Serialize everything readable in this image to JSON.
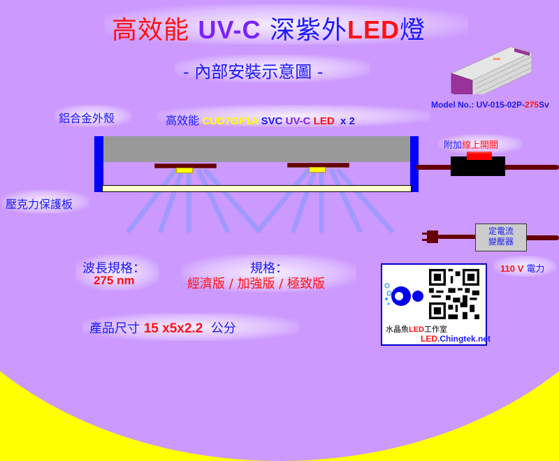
{
  "title": {
    "part1": "高效能",
    "part2": "UV-C",
    "part3": "深紫外",
    "part4": "LED",
    "part5": "燈"
  },
  "subtitle": "- 內部安裝示意圖 -",
  "product_image": {
    "model_prefix": "Model No.: UV-015-02P-",
    "model_highlight": "275",
    "model_suffix": "Sv"
  },
  "diagram": {
    "housing_label": "鋁合金外殼",
    "led_label": {
      "prefix": "高效能",
      "chip": "CUD7GF1A",
      "svc": "SVC",
      "uvc": "UV-C",
      "led": "LED",
      "qty": "x 2"
    },
    "cover_label": "壓克力保護板",
    "switch_label": {
      "prefix": "附加",
      "highlight": "線上開關"
    },
    "driver_label": {
      "line1": "定電流",
      "line2": "變壓器"
    },
    "power_label": {
      "voltage": "110 V",
      "unit": "電力"
    }
  },
  "specs": {
    "wavelength_label": "波長規格：",
    "wavelength_value": "275 nm",
    "spec_label": "規格：",
    "spec_value": "經濟版 / 加強版 / 極致版",
    "size_label": "產品尺寸",
    "size_value": "15 x5x2.2",
    "size_unit": "公分"
  },
  "brand_card": {
    "name_prefix": "水晶魚",
    "name_led": "LED",
    "name_suffix": "工作室",
    "url_led": "LED",
    "url_mid": "Chingtek",
    "url_dot": ".",
    "url_tld": "net"
  },
  "colors": {
    "background_ellipse": "#cc99ff",
    "corner_fill": "#ffff00",
    "text_blue": "#1a1aff",
    "text_red": "#ff1010",
    "text_purple": "#7a22ff",
    "housing_gray": "#999999",
    "wall_blue": "#0000ff",
    "pcb": "#660000",
    "led_chip": "#ffff00",
    "cover": "#ffffcc",
    "cable": "#660000"
  }
}
